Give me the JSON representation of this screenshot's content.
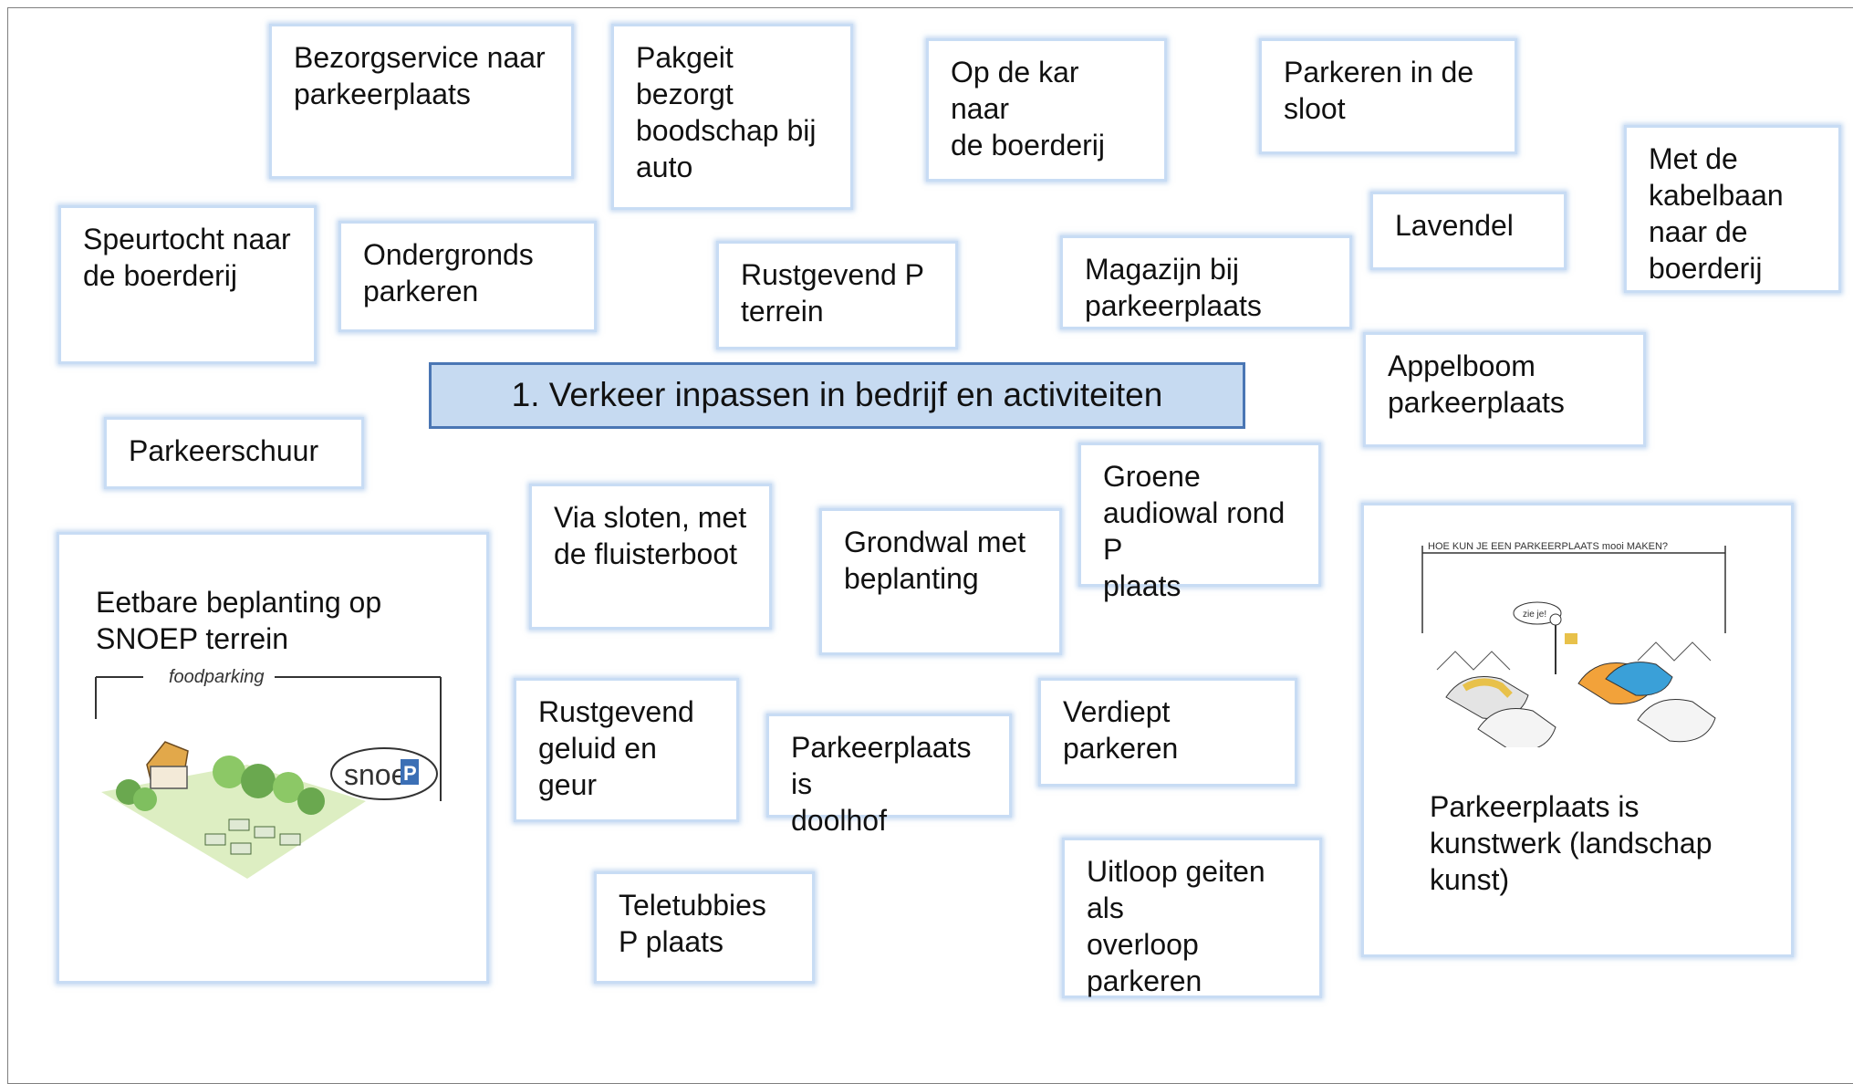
{
  "title": "1. Verkeer inpassen in bedrijf en activiteiten",
  "cards": [
    {
      "id": "bezorgservice",
      "text": "Bezorgservice naar\nparkeerplaats"
    },
    {
      "id": "pakgeit",
      "text": "Pakgeit bezorgt\nboodschap bij\nauto"
    },
    {
      "id": "op-de-kar",
      "text": "Op de kar naar\nde boerderij"
    },
    {
      "id": "parkeren-sloot",
      "text": "Parkeren in de\nsloot"
    },
    {
      "id": "kabelbaan",
      "text": "Met de\nkabelbaan\nnaar de\nboerderij"
    },
    {
      "id": "lavendel",
      "text": "Lavendel"
    },
    {
      "id": "speurtocht",
      "text": "Speurtocht naar\nde boerderij"
    },
    {
      "id": "ondergronds",
      "text": "Ondergronds\nparkeren"
    },
    {
      "id": "rustgevend-p",
      "text": "Rustgevend   P\nterrein"
    },
    {
      "id": "magazijn",
      "text": "Magazijn bij\nparkeerplaats"
    },
    {
      "id": "appelboom",
      "text": "Appelboom\nparkeerplaats"
    },
    {
      "id": "parkeerschuur",
      "text": "Parkeerschuur"
    },
    {
      "id": "groene-audiowal",
      "text": "Groene\naudiowal rond P\nplaats"
    },
    {
      "id": "via-sloten",
      "text": "Via sloten, met\nde fluisterboot"
    },
    {
      "id": "grondwal",
      "text": "Grondwal met\nbeplanting"
    },
    {
      "id": "eetbare",
      "text": "Eetbare beplanting op\nSNOEP terrein"
    },
    {
      "id": "kunstwerk",
      "text": "Parkeerplaats is\nkunstwerk (landschap\nkunst)"
    },
    {
      "id": "rustgevend-geluid",
      "text": "Rustgevend\ngeluid en geur"
    },
    {
      "id": "doolhof",
      "text": "Parkeerplaats is\ndoolhof"
    },
    {
      "id": "verdiept",
      "text": "Verdiept\nparkeren"
    },
    {
      "id": "uitloop",
      "text": "Uitloop geiten als\noverloop\nparkeren"
    },
    {
      "id": "teletubbies",
      "text": "Teletubbies\nP plaats"
    }
  ],
  "sketch_snoep": {
    "caption": "foodparking",
    "sign": "snoe",
    "sign_p": "P"
  },
  "sketch_kunst": {
    "caption": "HOE KUN JE EEN PARKEERPLAATS mooi MAKEN?",
    "bubble": "zie je!"
  }
}
